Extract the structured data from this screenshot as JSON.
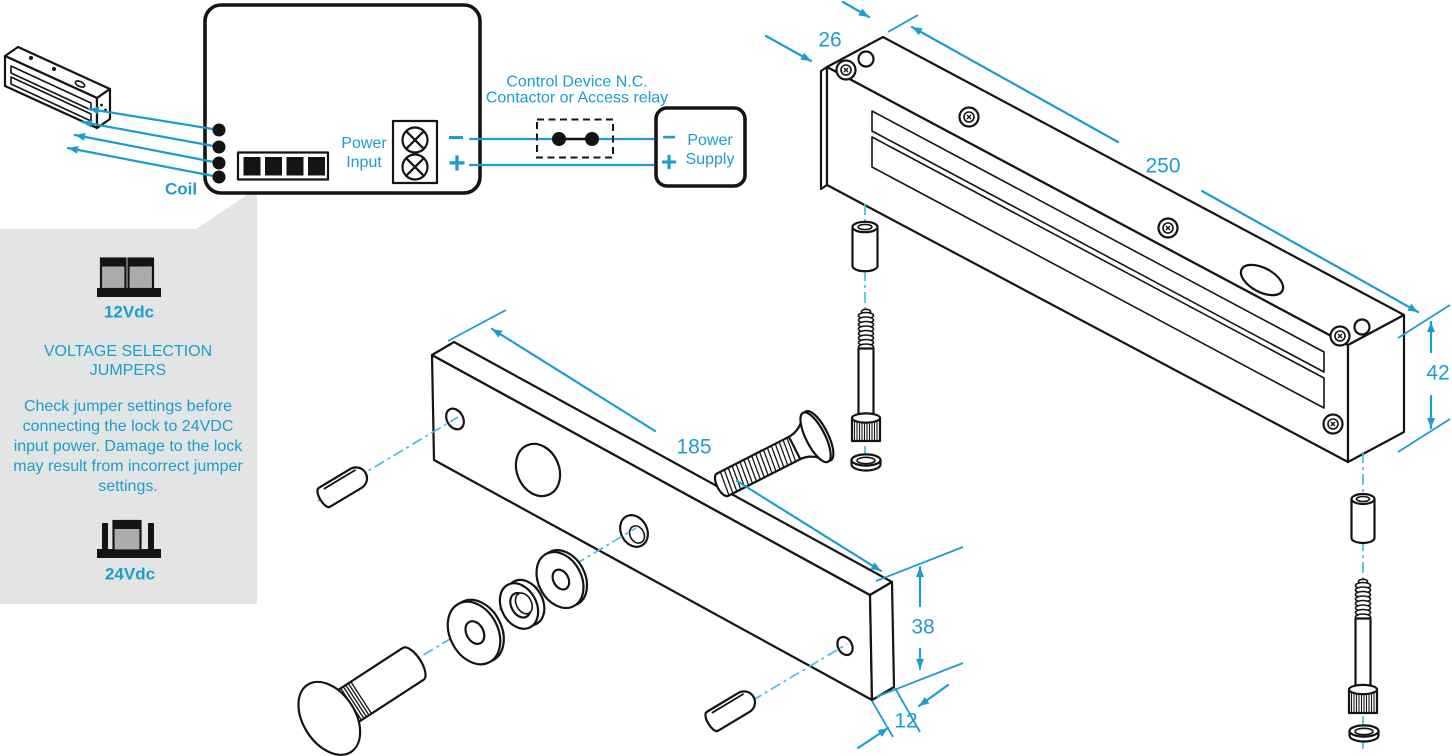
{
  "colors": {
    "accent": "#1d9dcb",
    "centerline": "#49bedb",
    "line": "#141414",
    "panel": "#e3e5e4"
  },
  "wiring": {
    "coil_label": "Coil",
    "power_input_label": "Power Input",
    "minus_sign": "−",
    "plus_sign": "+",
    "control_device_line1": "Control Device N.C.",
    "control_device_line2": "Contactor or Access relay",
    "power_supply_label": "Power Supply"
  },
  "voltage_panel": {
    "jumper_12v_label": "12Vdc",
    "jumper_24v_label": "24Vdc",
    "title": "VOLTAGE SELECTION JUMPERS",
    "warning": "Check jumper settings before connecting the lock to 24VDC input power. Damage to the lock may result from incorrect jumper settings."
  },
  "dimensions_mm": {
    "armature_length": "185",
    "armature_height": "38",
    "armature_thickness": "12",
    "lock_depth": "26",
    "lock_length": "250",
    "lock_height": "42"
  },
  "icons": {
    "coil_terminal": "black-dot",
    "nc_contact": "two-dots-in-dashed-box",
    "screw_terminal": "circle-with-x",
    "jumper_12v": "two-jumper-caps-on-header",
    "jumper_24v": "one-jumper-cap-two-posts"
  }
}
